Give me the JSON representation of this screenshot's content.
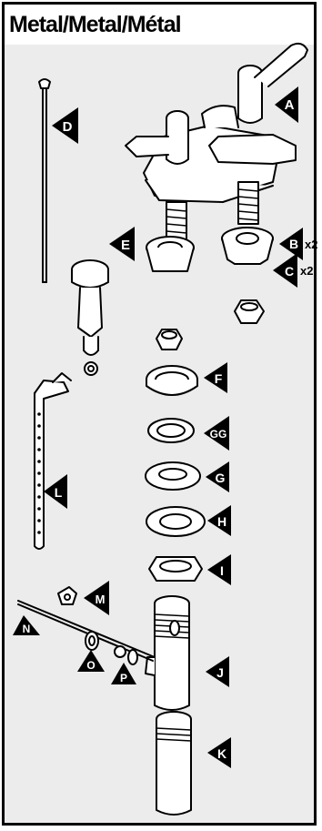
{
  "title": "Metal/Metal/Métal",
  "labels": {
    "A": "A",
    "B": "B",
    "C": "C",
    "D": "D",
    "E": "E",
    "F": "F",
    "GG": "GG",
    "G": "G",
    "H": "H",
    "I": "I",
    "J": "J",
    "K": "K",
    "L": "L",
    "M": "M",
    "N": "N",
    "O": "O",
    "P": "P"
  },
  "quantities": {
    "B": "x2",
    "C": "x2"
  }
}
